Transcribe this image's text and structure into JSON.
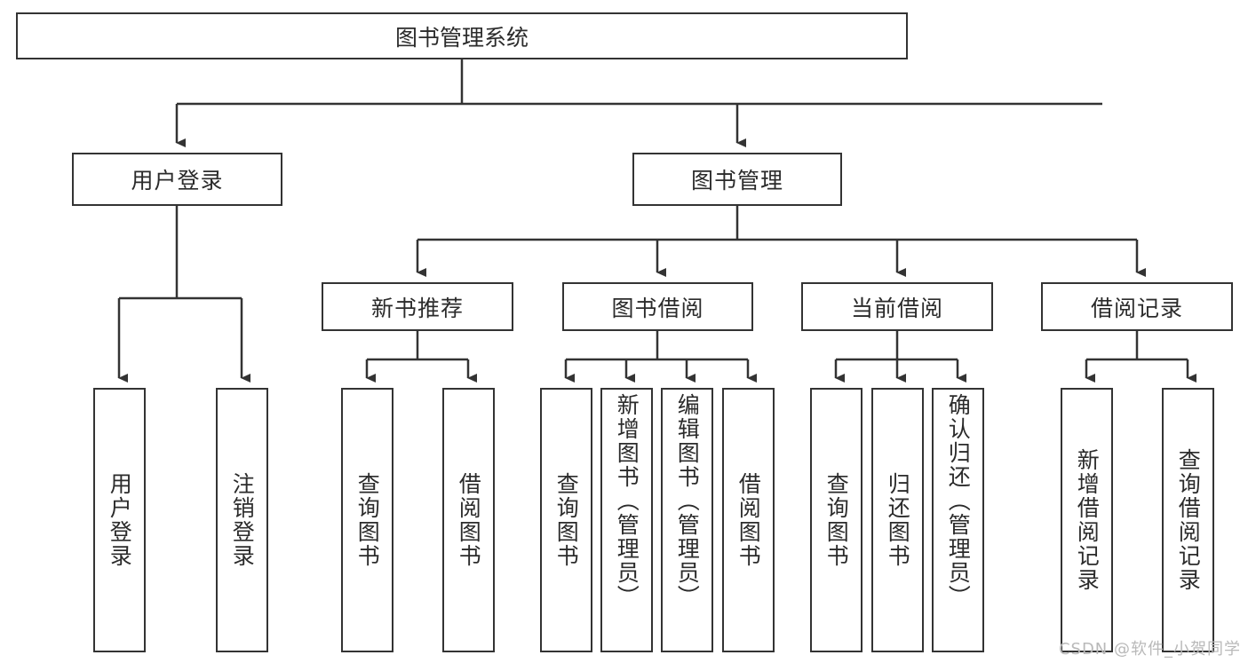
{
  "diagram": {
    "type": "tree-hierarchy",
    "title": "图书管理系统",
    "watermark": "CSDN @软件_小贺同学",
    "accent_color": "#333333",
    "text_color": "#2b2b2b",
    "background": "#ffffff"
  },
  "root": {
    "label": "图书管理系统"
  },
  "level2": [
    {
      "id": "user-login",
      "label": "用户登录"
    },
    {
      "id": "book-manage",
      "label": "图书管理"
    }
  ],
  "level3": [
    {
      "id": "new-book-rec",
      "label": "新书推荐"
    },
    {
      "id": "book-borrow",
      "label": "图书借阅"
    },
    {
      "id": "current-borrow",
      "label": "当前借阅"
    },
    {
      "id": "borrow-record",
      "label": "借阅记录"
    }
  ],
  "leaves": {
    "user_login": [
      {
        "id": "leaf-user-login",
        "label": "用户登录",
        "centered": true
      },
      {
        "id": "leaf-user-logout",
        "label": "注销登录",
        "centered": true
      }
    ],
    "new_book_rec": [
      {
        "id": "leaf-query-book-1",
        "label": "查询图书",
        "centered": true
      },
      {
        "id": "leaf-borrow-book-1",
        "label": "借阅图书",
        "centered": true
      }
    ],
    "book_borrow": [
      {
        "id": "leaf-query-book-2",
        "label": "查询图书",
        "centered": true
      },
      {
        "id": "leaf-add-book",
        "label": "新增图书（管理员）",
        "centered": false
      },
      {
        "id": "leaf-edit-book",
        "label": "编辑图书（管理员）",
        "centered": false
      },
      {
        "id": "leaf-borrow-book-2",
        "label": "借阅图书",
        "centered": true
      }
    ],
    "current_borrow": [
      {
        "id": "leaf-query-book-3",
        "label": "查询图书",
        "centered": true
      },
      {
        "id": "leaf-return-book",
        "label": "归还图书",
        "centered": true
      },
      {
        "id": "leaf-confirm-return",
        "label": "确认归还（管理员）",
        "centered": false
      }
    ],
    "borrow_record": [
      {
        "id": "leaf-add-record",
        "label": "新增借阅记录",
        "centered": true
      },
      {
        "id": "leaf-query-record",
        "label": "查询借阅记录",
        "centered": true
      }
    ]
  }
}
